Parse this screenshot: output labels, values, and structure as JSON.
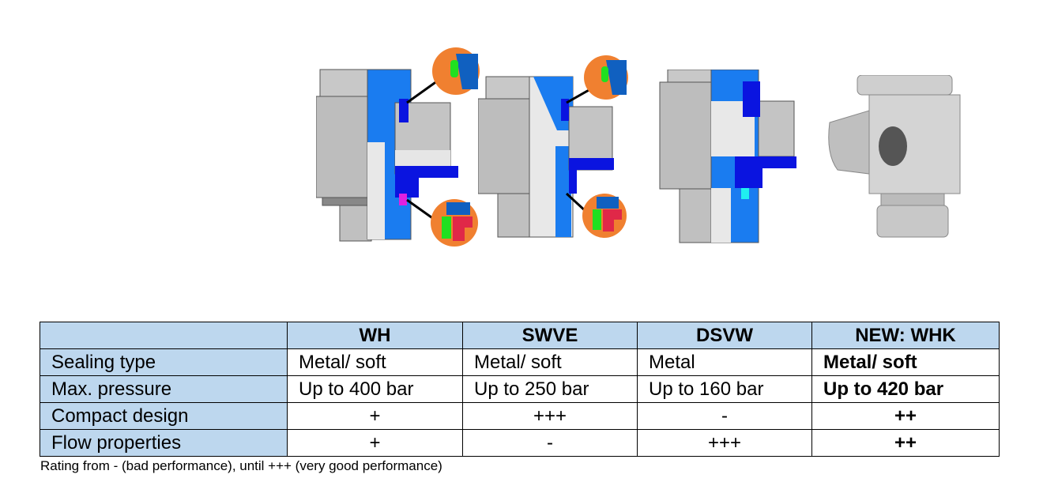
{
  "illustrations": {
    "names": [
      "WH",
      "SWVE",
      "DSVW",
      "NEW: WHK"
    ]
  },
  "table": {
    "header": [
      "",
      "WH",
      "SWVE",
      "DSVW",
      "NEW: WHK"
    ],
    "rows": [
      {
        "label": "Sealing type",
        "values": [
          "Metal/ soft",
          "Metal/ soft",
          "Metal",
          "Metal/ soft"
        ]
      },
      {
        "label": "Max. pressure",
        "values": [
          "Up to 400 bar",
          "Up to 250 bar",
          "Up to 160 bar",
          "Up to 420 bar"
        ]
      },
      {
        "label": "Compact design",
        "values": [
          "+",
          "+++",
          "-",
          "++"
        ]
      },
      {
        "label": "Flow properties",
        "values": [
          "+",
          "-",
          "+++",
          "++"
        ]
      }
    ]
  },
  "footnote": "Rating from - (bad performance), until +++ (very good performance)",
  "colors": {
    "header_bg": "#bdd7ee",
    "section_blue": "#1a7cf0",
    "seal_blue": "#0a14e0",
    "metal_grey": "#bdbdbd",
    "callout_orange": "#f08030"
  }
}
